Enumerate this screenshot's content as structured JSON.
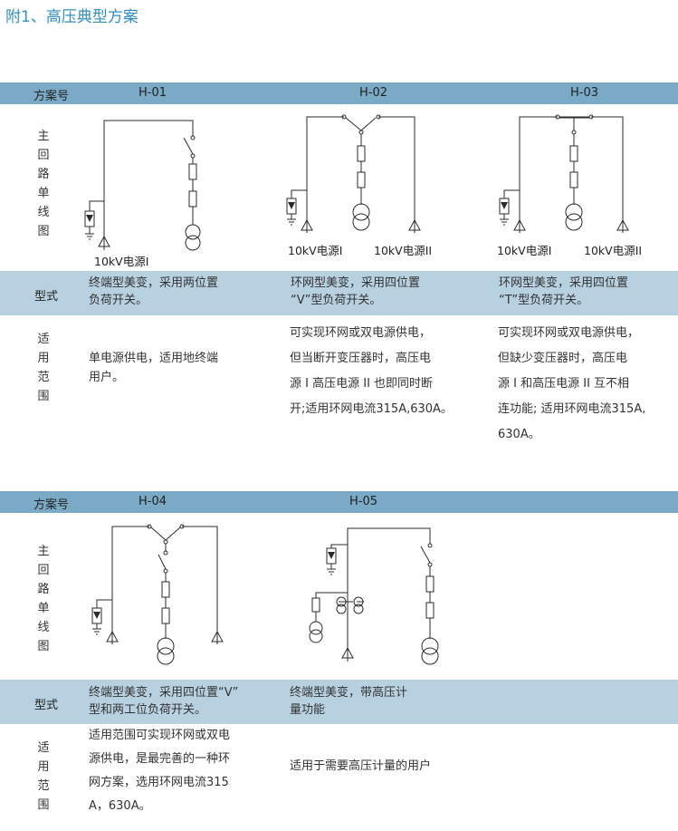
{
  "page_title": "附1、高压典型方案",
  "colors": {
    "title": "#2f8fc2",
    "header_band": "#7aaac6",
    "type_band": "#b7d1e1"
  },
  "row_labels": {
    "scheme_no": "方案号",
    "main_circuit": [
      "主",
      "回",
      "路",
      "单",
      "线",
      "图"
    ],
    "type": "型式",
    "scope": [
      "适",
      "用",
      "范",
      "围"
    ]
  },
  "table1": {
    "schemes": [
      {
        "id": "H-01",
        "sources": [
          "10kV电源I"
        ],
        "type": [
          "终端型美变，采用两位置",
          "负荷开关。"
        ],
        "scope": [
          "单电源供电，适用地终端",
          "用户。"
        ]
      },
      {
        "id": "H-02",
        "sources": [
          "10kV电源I",
          "10kV电源II"
        ],
        "type": [
          "环网型美变，采用四位置",
          "“V”型负荷开关。"
        ],
        "scope": [
          "可实现环网或双电源供电，",
          "但当断开变压器时，高压电",
          "源 I 高压电源 II 也即同时断",
          "开;适用环网电流315A,630A。"
        ]
      },
      {
        "id": "H-03",
        "sources": [
          "10kV电源I",
          "10kV电源II"
        ],
        "type": [
          "环网型美变，采用四位置",
          "“T”型负荷开关。"
        ],
        "scope": [
          "可实现环网或双电源供电，",
          "但缺少变压器时，高压电",
          "源 I 和高压电源 II 互不相",
          "连功能; 适用环网电流315A,",
          "630A。"
        ]
      }
    ]
  },
  "table2": {
    "schemes": [
      {
        "id": "H-04",
        "type": [
          "终端型美变，采用四位置“V”",
          "型和两工位负荷开关。"
        ],
        "scope": [
          "适用范围可实现环网或双电",
          "源供电，是最完善的一种环",
          "网方案，选用环网电流315",
          "A，630A。"
        ]
      },
      {
        "id": "H-05",
        "type": [
          "终端型美变，带高压计",
          "量功能"
        ],
        "scope": [
          "适用于需要高压计量的用户"
        ]
      }
    ]
  }
}
